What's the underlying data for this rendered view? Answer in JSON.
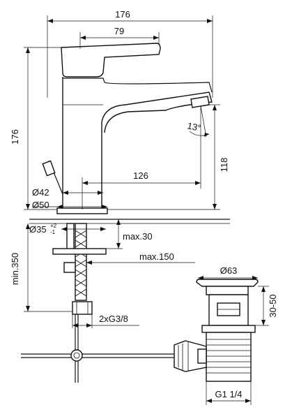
{
  "dimensions": {
    "overall_width": "176",
    "lever_length": "79",
    "overall_height": "176",
    "spout_height": "118",
    "spout_reach": "126",
    "spout_angle": "13°",
    "base_diameter_42": "Ø42",
    "base_diameter_50": "Ø50",
    "hole_diameter": "Ø35",
    "hole_tol_upper": "+2",
    "hole_tol_lower": "-1",
    "max_deck_thickness": "max.30",
    "max_offset": "max.150",
    "min_hose_length": "min.350",
    "supply_connection": "2xG3/8",
    "waste_plug_diameter": "Ø63",
    "waste_range": "30-50",
    "waste_thread": "G1 1/4"
  }
}
